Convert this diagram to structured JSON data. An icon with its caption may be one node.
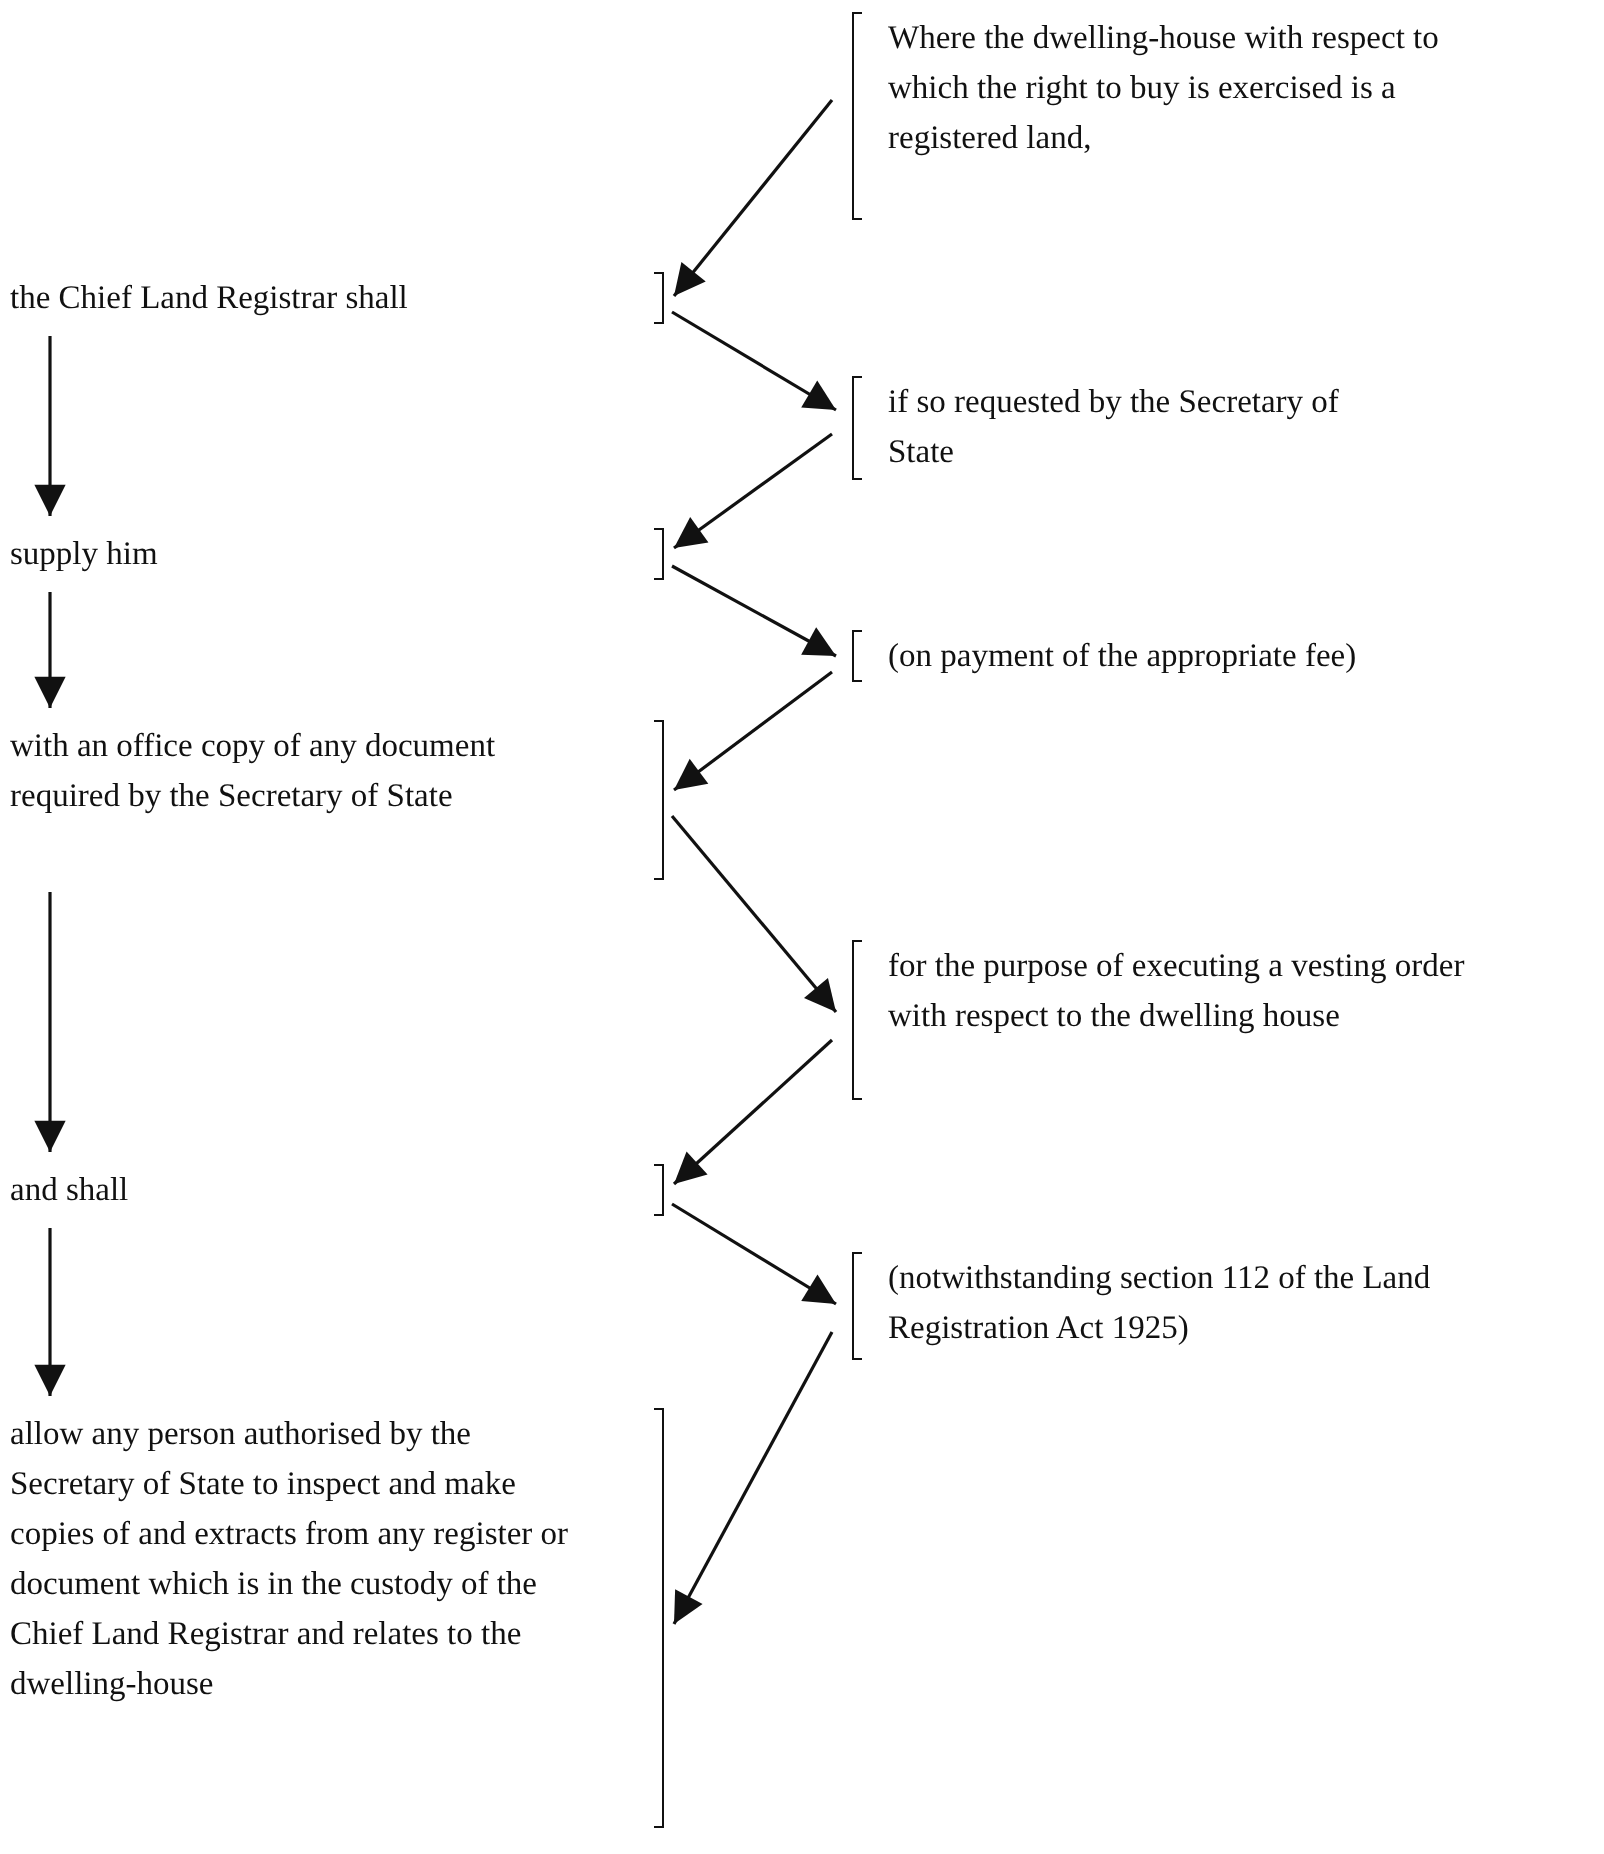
{
  "diagram": {
    "nodes": [
      {
        "text": [
          "Where the dwelling-house with respect to which the right to buy is exercised is a registered land,"
        ]
      },
      {
        "text": [
          "the Chief Land Registrar shall"
        ]
      },
      {
        "text": [
          "if so requested by the Secretary of State"
        ]
      },
      {
        "text": [
          "supply him"
        ]
      },
      {
        "text": [
          "(on payment of the appropriate fee)"
        ]
      },
      {
        "text": [
          "with an office copy of any document required by the Secretary of State"
        ]
      },
      {
        "text": [
          "for the purpose of executing a vesting order with respect to the dwelling house"
        ]
      },
      {
        "text": [
          "and shall"
        ]
      },
      {
        "text": [
          "(notwithstanding section 112 of the Land Registration Act 1925)"
        ]
      },
      {
        "text": [
          "allow any person authorised by the Secretary of State to inspect and make copies of and extracts from any register or document which is in the custody of the Chief Land Registrar and relates to the dwelling-house"
        ]
      }
    ],
    "edges": [
      {
        "from": 0,
        "to": 1,
        "arrow": "to"
      },
      {
        "from": 1,
        "to": 2,
        "arrow": "to"
      },
      {
        "from": 2,
        "to": 3,
        "arrow": "to"
      },
      {
        "from": 3,
        "to": 4,
        "arrow": "to"
      },
      {
        "from": 4,
        "to": 5,
        "arrow": "to"
      },
      {
        "from": 5,
        "to": 6,
        "arrow": "to"
      },
      {
        "from": 6,
        "to": 7,
        "arrow": "to"
      },
      {
        "from": 7,
        "to": 8,
        "arrow": "to"
      },
      {
        "from": 8,
        "to": 9,
        "arrow": "to"
      },
      {
        "from": 1,
        "to": 3,
        "arrow": "to"
      },
      {
        "from": 3,
        "to": 5,
        "arrow": "to"
      },
      {
        "from": 5,
        "to": 7,
        "arrow": "to"
      },
      {
        "from": 7,
        "to": 9,
        "arrow": "to"
      }
    ]
  }
}
